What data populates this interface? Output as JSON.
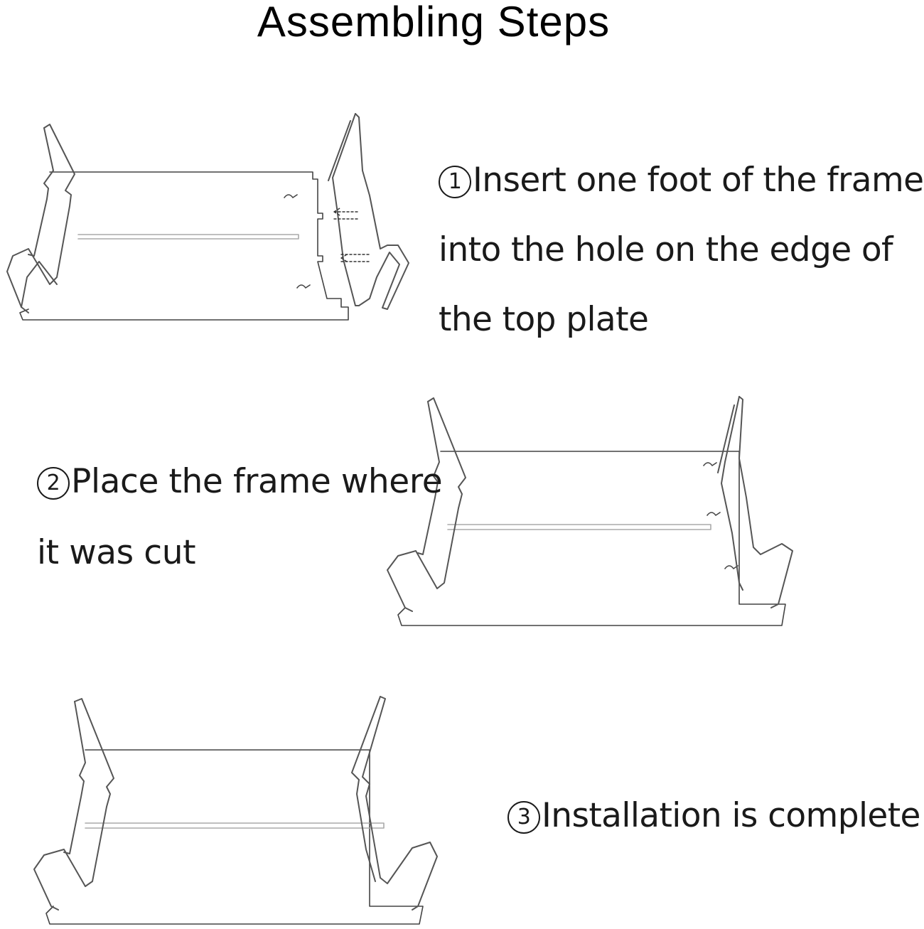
{
  "title": "Assembling Steps",
  "steps": [
    {
      "number": "1",
      "lines": [
        "Insert one foot of the frame",
        "into the hole on the edge of",
        "the top plate"
      ]
    },
    {
      "number": "2",
      "lines": [
        "Place the frame where",
        "it was cut"
      ]
    },
    {
      "number": "3",
      "lines": [
        "Installation is complete"
      ]
    }
  ],
  "icons": [
    "book-stand-step-1-illustration",
    "book-stand-step-2-illustration",
    "book-stand-step-3-illustration"
  ]
}
